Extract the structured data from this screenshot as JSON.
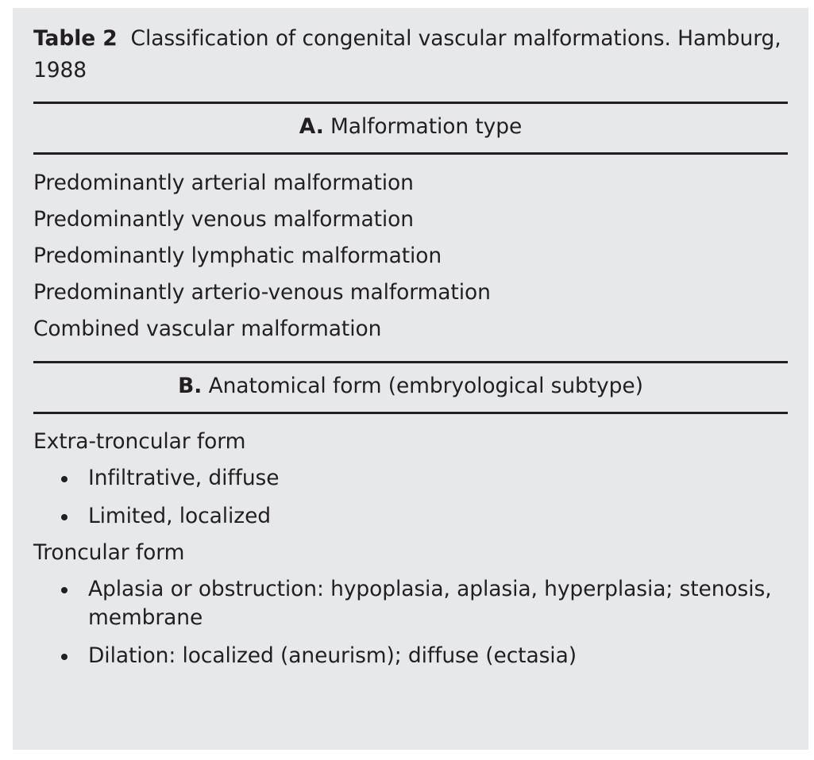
{
  "table": {
    "caption_label": "Table 2",
    "caption_text": "Classification of congenital vascular malformations. Hamburg, 1988",
    "background_color": "#e6e8ea",
    "rule_color": "#231f20",
    "text_color": "#231f20",
    "sections": [
      {
        "letter": "A.",
        "heading": "Malformation type",
        "rows": [
          "Predominantly arterial malformation",
          "Predominantly venous malformation",
          "Predominantly lymphatic malformation",
          "Predominantly arterio-venous malformation",
          "Combined vascular malformation"
        ]
      },
      {
        "letter": "B.",
        "heading": "Anatomical form (embryological subtype)",
        "groups": [
          {
            "subhead": "Extra-troncular form",
            "bullets": [
              "Infiltrative, diffuse",
              "Limited, localized"
            ]
          },
          {
            "subhead": "Troncular form",
            "bullets": [
              "Aplasia or obstruction: hypoplasia, aplasia, hyperplasia; stenosis, membrane",
              "Dilation: localized (aneurism); diffuse (ectasia)"
            ]
          }
        ]
      }
    ]
  }
}
